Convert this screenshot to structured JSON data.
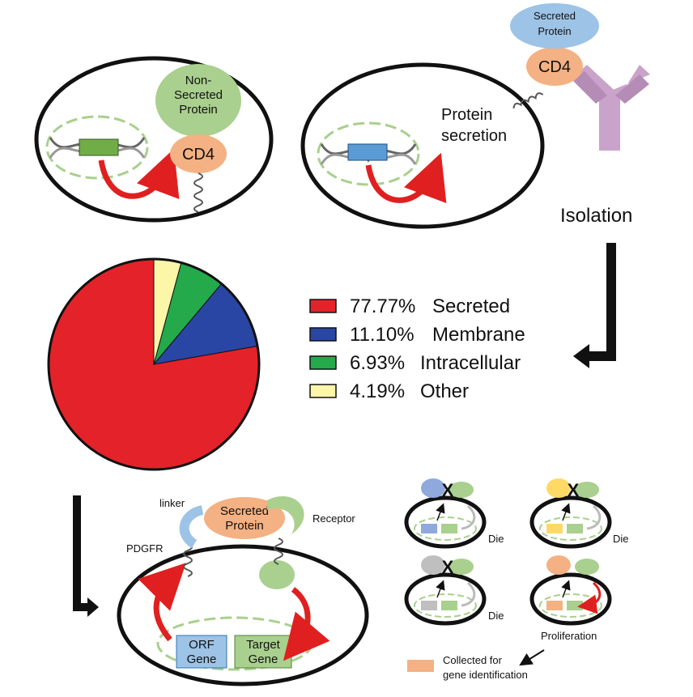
{
  "panel_top": {
    "left_cell": {
      "protein_line1": "Non-",
      "protein_line2": "Secreted",
      "protein_line3": "Protein",
      "anchor": "CD4"
    },
    "right_cell": {
      "caption_line1": "Protein",
      "caption_line2": "secretion",
      "secreted_line1": "Secreted",
      "secreted_line2": "Protein",
      "anchor": "CD4"
    },
    "isolation_label": "Isolation"
  },
  "chart_data": {
    "type": "pie",
    "slices": [
      {
        "label": "Secreted",
        "percent_label": "77.77%",
        "value": 77.77,
        "color": "#e4222a"
      },
      {
        "label": "Membrane",
        "percent_label": "11.10%",
        "value": 11.1,
        "color": "#2a46a5"
      },
      {
        "label": "Intracellular",
        "percent_label": "6.93%",
        "value": 6.93,
        "color": "#24a94b"
      },
      {
        "label": "Other",
        "percent_label": "4.19%",
        "value": 4.19,
        "color": "#fbf6a8"
      }
    ],
    "legend_position": "right"
  },
  "panel_bottom": {
    "linker": "linker",
    "pdgfr": "PDGFR",
    "secreted_line1": "Secreted",
    "secreted_line2": "Protein",
    "receptor": "Receptor",
    "orf_line1": "ORF",
    "orf_line2": "Gene",
    "target_line1": "Target",
    "target_line2": "Gene"
  },
  "screen": {
    "die_label": "Die",
    "x_mark": "X",
    "proliferation": "Proliferation",
    "collected_line1": "Collected for",
    "collected_line2": "gene identification"
  },
  "colors": {
    "green_protein": "#a9d08e",
    "cd4": "#f4b183",
    "secreted": "#9dc3e6",
    "antibody": "#c9a3c9",
    "arrow_red": "#e02020"
  }
}
